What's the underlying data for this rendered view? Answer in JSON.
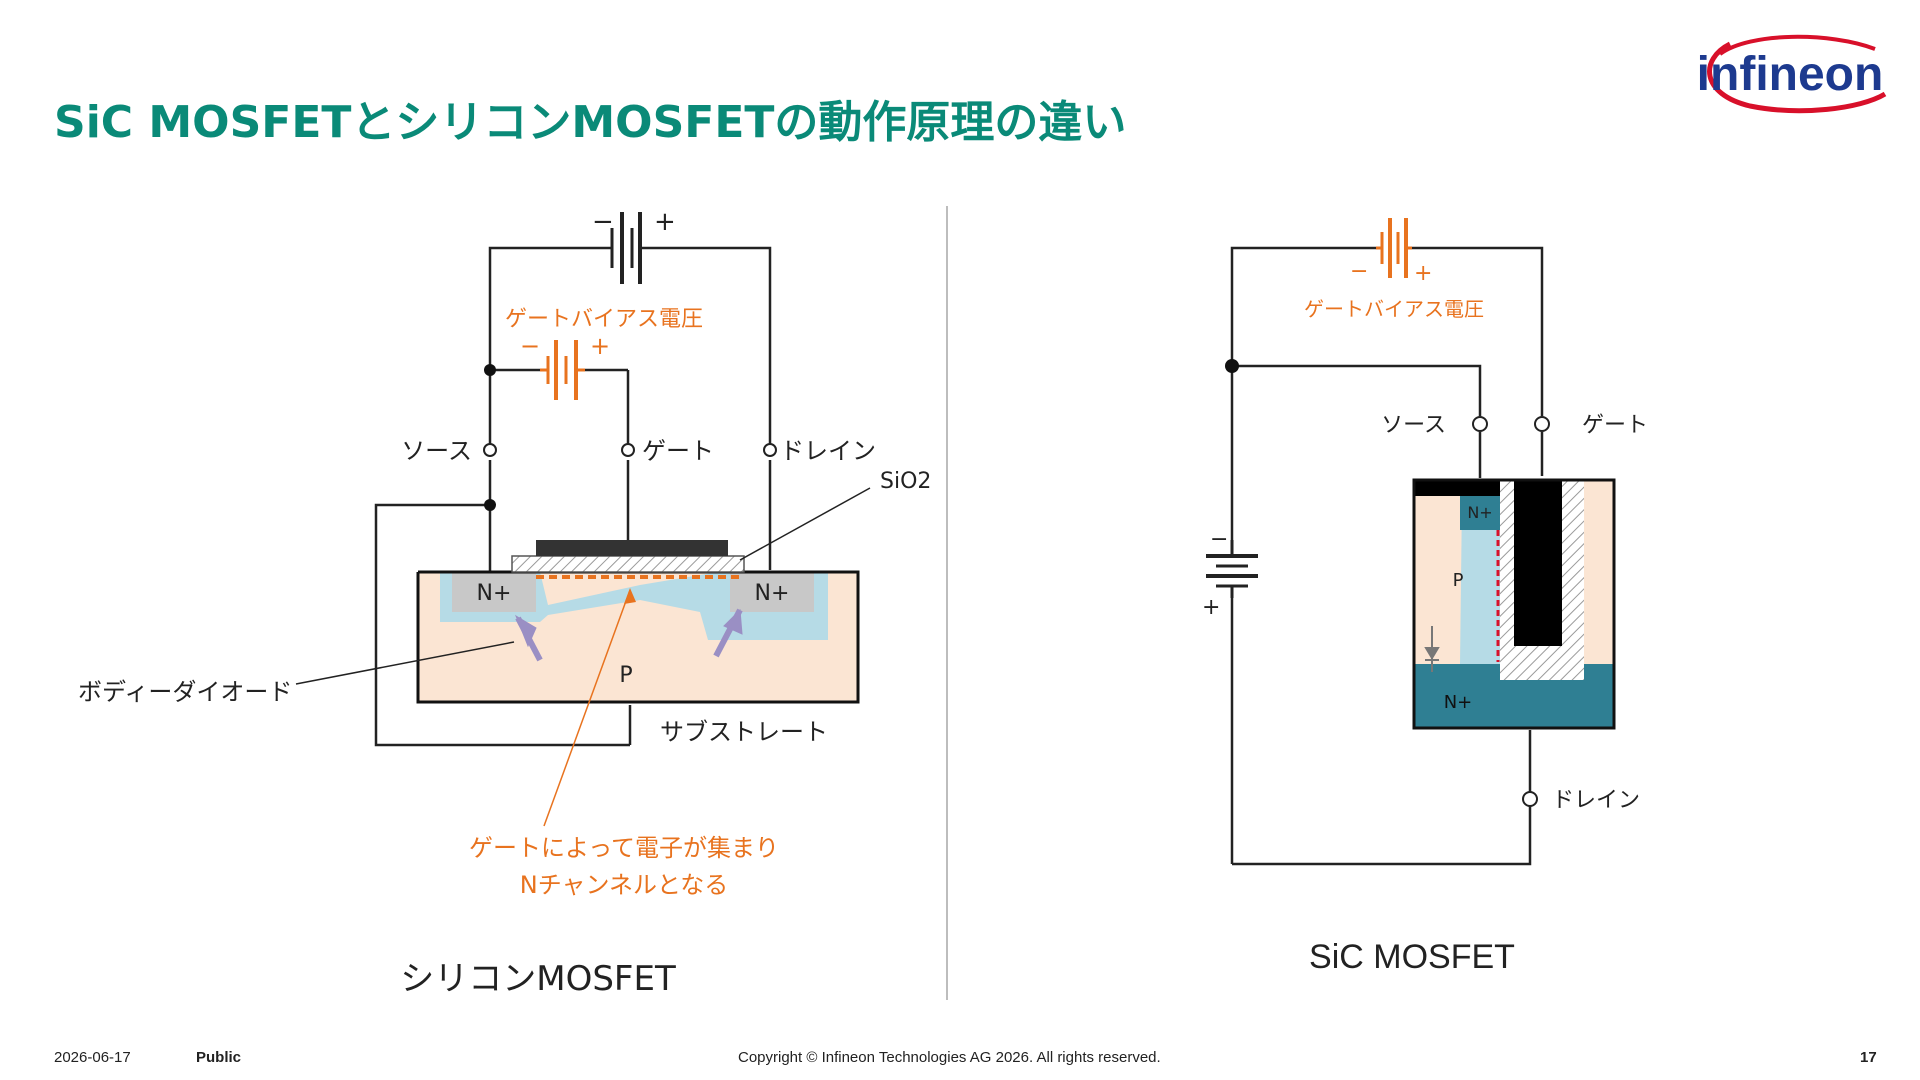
{
  "header": {
    "title": "SiC MOSFETとシリコンMOSFETの動作原理の違い",
    "logo_text": "infineon"
  },
  "left": {
    "caption": "シリコンMOSFET",
    "bias_label": "ゲートバイアス電圧",
    "source_label": "ソース",
    "gate_label": "ゲート",
    "drain_label": "ドレイン",
    "sio2_label": "SiO2",
    "n_left": "N+",
    "n_right": "N+",
    "p_label": "P",
    "body_diode_label": "ボディーダイオード",
    "substrate_label": "サブストレート",
    "note_line1": "ゲートによって電子が集まり",
    "note_line2": "Nチャンネルとなる",
    "minus": "−",
    "plus": "+"
  },
  "right": {
    "caption": "SiC MOSFET",
    "bias_label": "ゲートバイアス電圧",
    "source_label": "ソース",
    "gate_label": "ゲート",
    "drain_label": "ドレイン",
    "n_top": "N+",
    "p_label": "P",
    "n_bottom": "N+",
    "minus": "−",
    "plus": "+"
  },
  "footer": {
    "date": "2026-06-17",
    "classification": "Public",
    "copyright": "Copyright © Infineon Technologies AG 2026. All rights reserved.",
    "page": "17"
  },
  "colors": {
    "title": "#0a8a78",
    "orange": "#e8731f",
    "teal": "#2f7f93",
    "light_blue": "#b6dbe6",
    "peach": "#fbe5d3",
    "n_gray": "#c8c8c8",
    "diode": "#9a8fc4",
    "logo_blue": "#1d3a8f",
    "logo_red": "#d8102a"
  }
}
